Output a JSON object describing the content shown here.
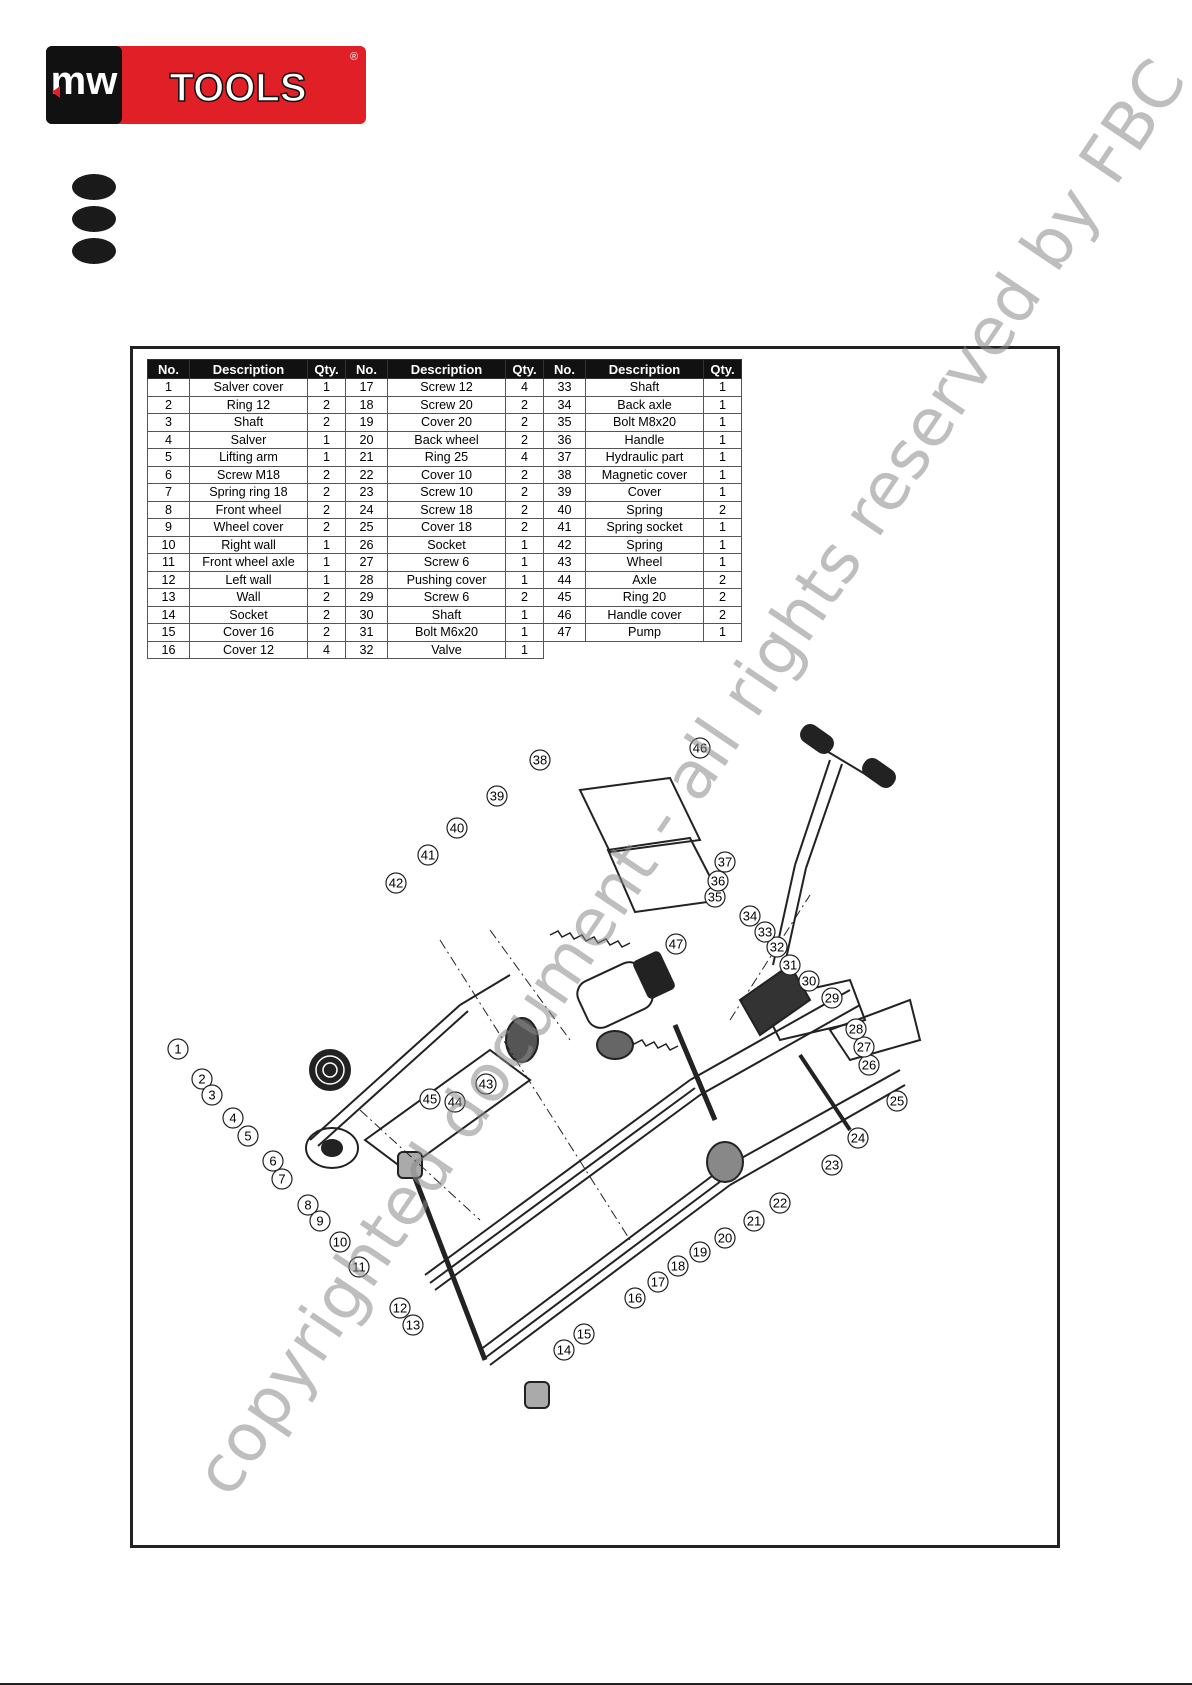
{
  "logo": {
    "letters": "mw",
    "brand": "TOOLS",
    "registered": "®",
    "brand_color": "#e01f26"
  },
  "table": {
    "headers": [
      "No.",
      "Description",
      "Qty.",
      "No.",
      "Description",
      "Qty.",
      "No.",
      "Description",
      "Qty."
    ],
    "rows": [
      [
        "1",
        "Salver cover",
        "1",
        "17",
        "Screw 12",
        "4",
        "33",
        "Shaft",
        "1"
      ],
      [
        "2",
        "Ring 12",
        "2",
        "18",
        "Screw 20",
        "2",
        "34",
        "Back axle",
        "1"
      ],
      [
        "3",
        "Shaft",
        "2",
        "19",
        "Cover 20",
        "2",
        "35",
        "Bolt M8x20",
        "1"
      ],
      [
        "4",
        "Salver",
        "1",
        "20",
        "Back wheel",
        "2",
        "36",
        "Handle",
        "1"
      ],
      [
        "5",
        "Lifting  arm",
        "1",
        "21",
        "Ring 25",
        "4",
        "37",
        "Hydraulic part",
        "1"
      ],
      [
        "6",
        "Screw M18",
        "2",
        "22",
        "Cover 10",
        "2",
        "38",
        "Magnetic cover",
        "1"
      ],
      [
        "7",
        "Spring ring 18",
        "2",
        "23",
        "Screw 10",
        "2",
        "39",
        "Cover",
        "1"
      ],
      [
        "8",
        "Front wheel",
        "2",
        "24",
        "Screw 18",
        "2",
        "40",
        "Spring",
        "2"
      ],
      [
        "9",
        "Wheel cover",
        "2",
        "25",
        "Cover 18",
        "2",
        "41",
        "Spring socket",
        "1"
      ],
      [
        "10",
        "Right wall",
        "1",
        "26",
        "Socket",
        "1",
        "42",
        "Spring",
        "1"
      ],
      [
        "11",
        "Front wheel axle",
        "1",
        "27",
        "Screw 6",
        "1",
        "43",
        "Wheel",
        "1"
      ],
      [
        "12",
        "Left wall",
        "1",
        "28",
        "Pushing cover",
        "1",
        "44",
        "Axle",
        "2"
      ],
      [
        "13",
        "Wall",
        "2",
        "29",
        "Screw 6",
        "2",
        "45",
        "Ring 20",
        "2"
      ],
      [
        "14",
        "Socket",
        "2",
        "30",
        "Shaft",
        "1",
        "46",
        "Handle cover",
        "2"
      ],
      [
        "15",
        "Cover 16",
        "2",
        "31",
        "Bolt M6x20",
        "1",
        "47",
        "Pump",
        "1"
      ],
      [
        "16",
        "Cover 12",
        "4",
        "32",
        "Valve",
        "1",
        "",
        "",
        ""
      ]
    ]
  },
  "callouts": [
    "1",
    "2",
    "3",
    "4",
    "5",
    "6",
    "7",
    "8",
    "9",
    "10",
    "11",
    "12",
    "13",
    "14",
    "15",
    "16",
    "17",
    "18",
    "19",
    "20",
    "21",
    "22",
    "23",
    "24",
    "25",
    "26",
    "27",
    "28",
    "29",
    "30",
    "31",
    "32",
    "33",
    "34",
    "35",
    "36",
    "37",
    "38",
    "39",
    "40",
    "41",
    "42",
    "43",
    "44",
    "45",
    "46",
    "47"
  ],
  "watermark": "copyrighted document - all rights reserved by FBC"
}
